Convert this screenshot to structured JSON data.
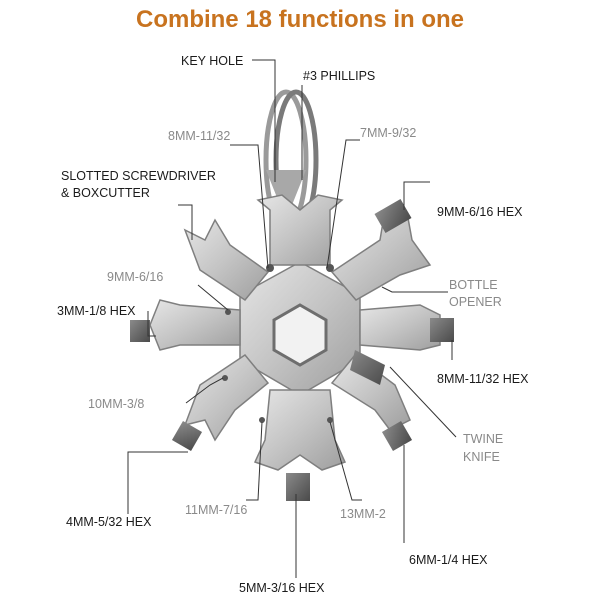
{
  "title": "Combine 18 functions in one",
  "colors": {
    "title": "#c8731f",
    "label_dark": "#1b1b1b",
    "label_gray": "#8a8a8a",
    "metal": "#c9c9c9",
    "leader": "#333333"
  },
  "labels": {
    "key_hole": "KEY HOLE",
    "phillips": "#3 PHILLIPS",
    "mm8_11_32_top": "8MM-11/32",
    "mm7_9_32": "7MM-9/32",
    "slotted_line1": "SLOTTED SCREWDRIVER",
    "slotted_line2": "& BOXCUTTER",
    "hex_9mm": "9MM-6/16 HEX",
    "mm9_6_16": "9MM-6/16",
    "bottle_line1": "BOTTLE",
    "bottle_line2": "OPENER",
    "hex_3mm": "3MM-1/8 HEX",
    "hex_8mm": "8MM-11/32 HEX",
    "mm10_3_8": "10MM-3/8",
    "twine_line1": "TWINE",
    "twine_line2": "KNIFE",
    "hex_4mm": "4MM-5/32 HEX",
    "mm11_7_16": "11MM-7/16",
    "mm13_2": "13MM-2",
    "hex_6mm": "6MM-1/4 HEX",
    "hex_5mm": "5MM-3/16 HEX"
  }
}
